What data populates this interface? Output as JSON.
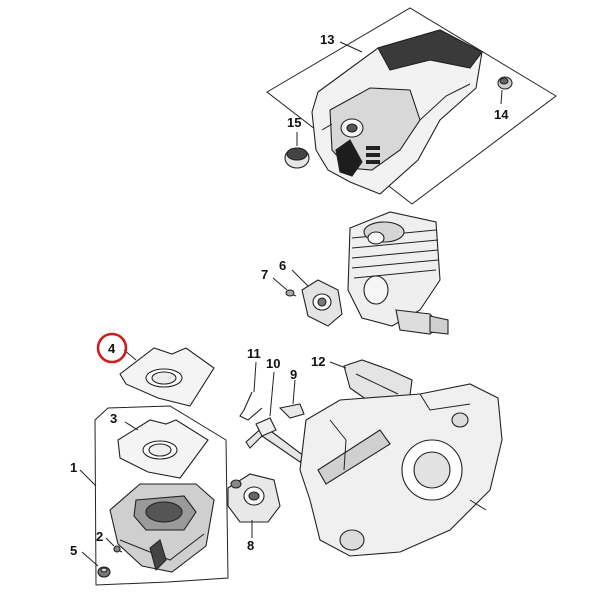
{
  "diagram": {
    "highlight_color": "#cc1f1f",
    "callouts": {
      "n1": "1",
      "n2": "2",
      "n3": "3",
      "n4": "4",
      "n5": "5",
      "n6": "6",
      "n7": "7",
      "n8": "8",
      "n9": "9",
      "n10": "10",
      "n11": "11",
      "n12": "12",
      "n13": "13",
      "n14": "14",
      "n15": "15"
    },
    "highlighted_callout": "4"
  }
}
